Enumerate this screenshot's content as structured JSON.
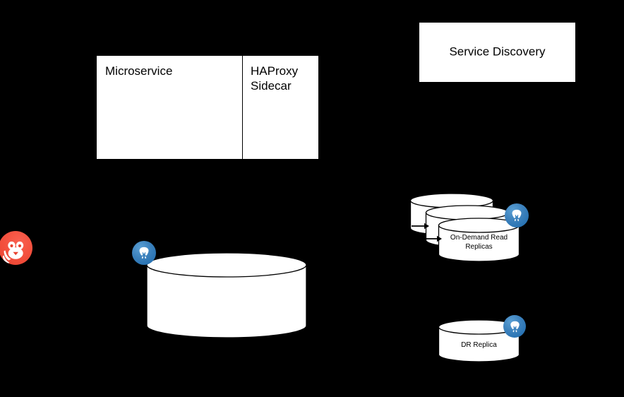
{
  "diagram": {
    "title": "Microservice database architecture diagram",
    "background_color": "#000000",
    "shape_fill": "#ffffff",
    "stroke_color": "#000000",
    "badge_color": "#2f7fbf",
    "logo_color": "#f4513f"
  },
  "boxes": {
    "microservice": {
      "label": "Microservice"
    },
    "haproxy": {
      "label": "HAProxy\nSidecar"
    },
    "service_discovery": {
      "label": "Service Discovery"
    }
  },
  "cylinders": {
    "primary_database": {
      "label": ""
    },
    "read_replicas": {
      "label": "On-Demand Read\nReplicas"
    },
    "dr_replica": {
      "label": "DR Replica"
    }
  },
  "icons": {
    "postgres_badge": "postgresql-elephant-icon",
    "redis_logo": "redis-logo-icon",
    "replica_arrow": "arrow-right-icon"
  }
}
